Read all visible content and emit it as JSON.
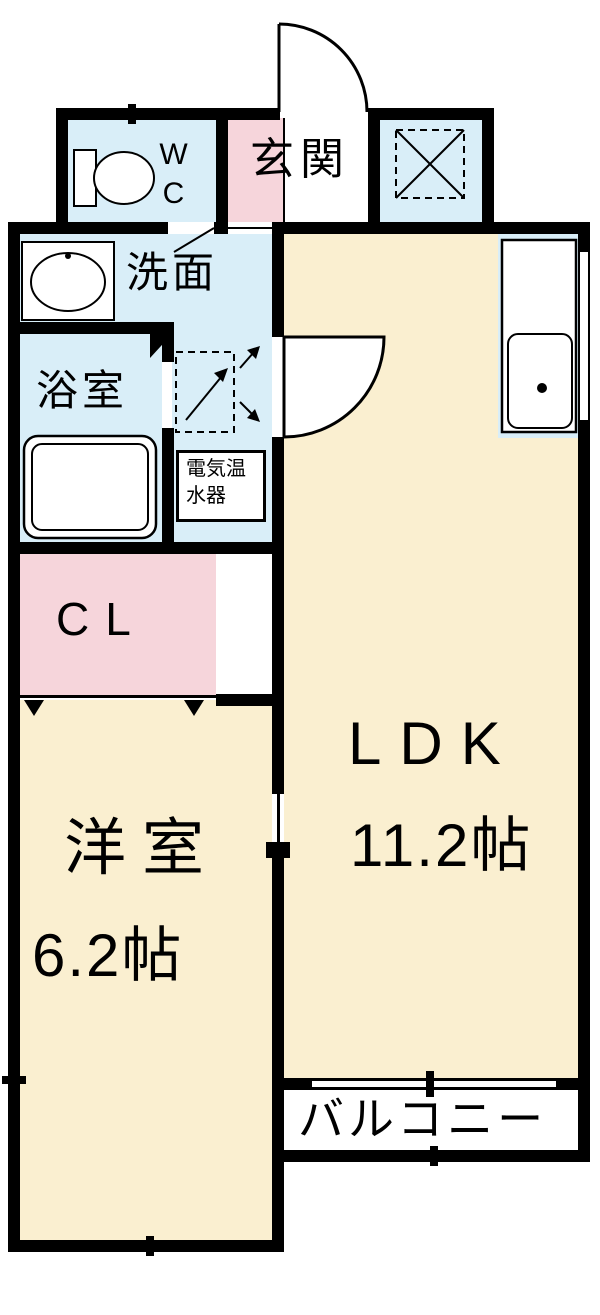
{
  "title": "apartment-floor-plan",
  "colors": {
    "cream": "#faefd0",
    "pink": "#f6d5db",
    "blue": "#d9eef8",
    "wall": "#000000",
    "background": "#ffffff"
  },
  "rooms": {
    "genkan": {
      "label": "玄関"
    },
    "wc": {
      "label": "WC"
    },
    "washroom": {
      "label": "洗面"
    },
    "bathroom": {
      "label": "浴室"
    },
    "water_heater": {
      "label": "電気温水器"
    },
    "closet": {
      "label": "CL"
    },
    "western_room": {
      "label": "洋室",
      "size": "6.2帖"
    },
    "ldk": {
      "label": "LDK",
      "size": "11.2帖"
    },
    "balcony": {
      "label": "バルコニー"
    }
  },
  "icons": [
    "toilet-icon",
    "washbasin-icon",
    "bathtub-icon",
    "kitchen-counter-icon",
    "refrigerator-space-icon",
    "entrance-door-arc-icon",
    "room-door-arc-icon",
    "washer-space-icon",
    "direction-arrow-icon",
    "door-marker-triangle-icon"
  ]
}
